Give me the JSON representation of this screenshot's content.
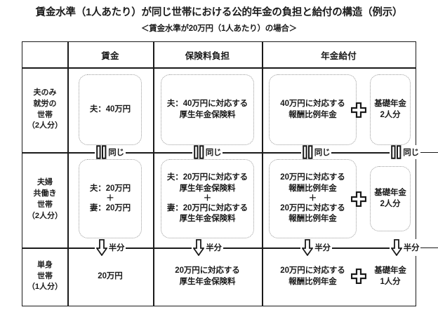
{
  "title": {
    "main": "賃金水準（1人あたり）が同じ世帯における公的年金の負担と給付の構造（例示）",
    "sub": "＜賃金水準が20万円（1人あたり）の場合＞"
  },
  "table": {
    "corner_label": "",
    "columns": [
      {
        "key": "wage",
        "label": "賃金"
      },
      {
        "key": "premium",
        "label": "保険料負担"
      },
      {
        "key": "benefit",
        "label": "年金給付"
      }
    ],
    "rows": [
      {
        "key": "husband-only",
        "label_lines": [
          "夫のみ",
          "就労の",
          "世帯",
          "（2人分）"
        ],
        "wage": {
          "boxed": true,
          "lines": [
            "夫：40万円"
          ]
        },
        "premium": {
          "boxed": true,
          "lines": [
            "夫：40万円に対応する",
            "厚生年金保険料"
          ]
        },
        "benefit_main": {
          "boxed": true,
          "lines": [
            "40万円に対応する",
            "報酬比例年金"
          ]
        },
        "benefit_plus": "＋",
        "benefit_basic": {
          "boxed": true,
          "lines": [
            "基礎年金",
            "2人分"
          ]
        }
      },
      {
        "key": "dual-income",
        "label_lines": [
          "夫婦",
          "共働き",
          "世帯",
          "（2人分）"
        ],
        "wage": {
          "boxed": true,
          "lines": [
            "夫：20万円",
            "＋",
            "妻：20万円"
          ]
        },
        "premium": {
          "boxed": true,
          "lines": [
            "夫：20万円に対応する",
            "厚生年金保険料",
            "＋",
            "妻：20万円に対応する",
            "厚生年金保険料"
          ]
        },
        "benefit_main": {
          "boxed": true,
          "lines": [
            "20万円に対応する",
            "報酬比例年金",
            "＋",
            "20万円に対応する",
            "報酬比例年金"
          ]
        },
        "benefit_plus": "＋",
        "benefit_basic": {
          "boxed": true,
          "lines": [
            "基礎年金",
            "2人分"
          ]
        }
      },
      {
        "key": "single",
        "label_lines": [
          "単身",
          "世帯",
          "（1人分）"
        ],
        "wage": {
          "boxed": false,
          "lines": [
            "20万円"
          ]
        },
        "premium": {
          "boxed": false,
          "lines": [
            "20万円に対応する",
            "厚生年金保険料"
          ]
        },
        "benefit_main": {
          "boxed": false,
          "lines": [
            "20万円に対応する",
            "報酬比例年金"
          ]
        },
        "benefit_plus": "＋",
        "benefit_basic": {
          "boxed": false,
          "lines": [
            "基礎年金",
            "1人分"
          ]
        }
      }
    ]
  },
  "connectors": {
    "same": {
      "icon": "vertical-equals-icon",
      "label": "同じ",
      "segments": [
        "wage",
        "premium",
        "benefit-main",
        "benefit-basic"
      ]
    },
    "half": {
      "icon": "down-arrow-icon",
      "label": "半分",
      "segments": [
        "wage",
        "premium",
        "benefit-main",
        "benefit-basic"
      ]
    }
  },
  "icons": {
    "plus": "plus-cross-icon"
  },
  "colors": {
    "line": "#1a1a1a",
    "dashed_box": "#9a9a9a",
    "background": "#ffffff"
  }
}
